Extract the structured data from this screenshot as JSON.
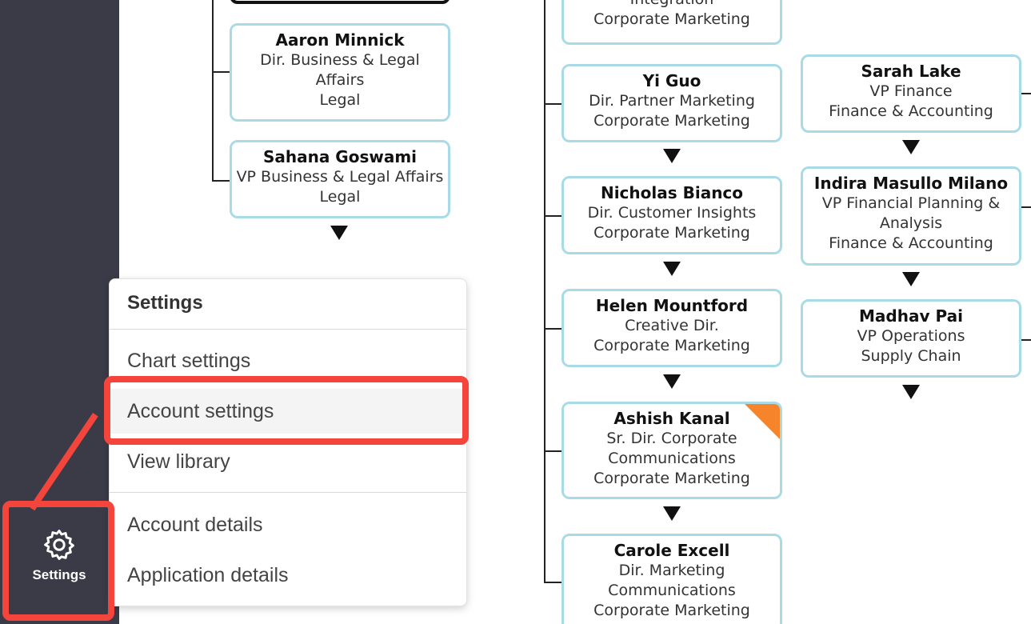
{
  "sidebar": {
    "settings_label": "Settings",
    "icon": "gear-icon"
  },
  "chart": {
    "nodes": [
      {
        "lines": [
          "Integration",
          "Corporate Marketing"
        ]
      },
      {
        "name": "Aaron Minnick",
        "lines": [
          "Dir. Business & Legal",
          "Affairs",
          "Legal"
        ]
      },
      {
        "name": "Sahana Goswami",
        "lines": [
          "VP Business & Legal Affairs",
          "Legal"
        ]
      },
      {
        "name": "Yi Guo",
        "lines": [
          "Dir. Partner Marketing",
          "Corporate Marketing"
        ]
      },
      {
        "name": "Nicholas Bianco",
        "lines": [
          "Dir. Customer Insights",
          "Corporate Marketing"
        ]
      },
      {
        "name": "Helen Mountford",
        "lines": [
          "Creative Dir.",
          "Corporate Marketing"
        ]
      },
      {
        "name": "Ashish Kanal",
        "lines": [
          "Sr. Dir. Corporate",
          "Communications",
          "Corporate Marketing"
        ]
      },
      {
        "name": "Carole Excell",
        "lines": [
          "Dir. Marketing",
          "Communications",
          "Corporate Marketing"
        ]
      },
      {
        "name": "Sarah Lake",
        "lines": [
          "VP Finance",
          "Finance & Accounting"
        ]
      },
      {
        "name": "Indira Masullo Milano",
        "lines": [
          "VP Financial Planning &",
          "Analysis",
          "Finance & Accounting"
        ]
      },
      {
        "name": "Madhav Pai",
        "lines": [
          "VP Operations",
          "Supply Chain"
        ]
      }
    ]
  },
  "menu": {
    "title": "Settings",
    "items": [
      "Chart settings",
      "Account settings",
      "View library",
      "Account details",
      "Application details"
    ]
  },
  "colors": {
    "sidebar": "#3b3b48",
    "node_border": "#a9dbe6",
    "highlight": "#f4453c",
    "corner_flag": "#f5842b"
  }
}
